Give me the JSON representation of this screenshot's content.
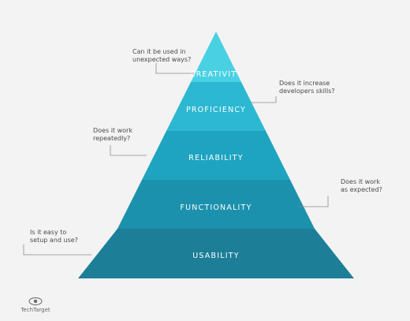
{
  "tiers": [
    {
      "label": "CREATIVITY",
      "color": "#49d1e3"
    },
    {
      "label": "PROFICIENCY",
      "color": "#2cb8d3"
    },
    {
      "label": "RELIABILITY",
      "color": "#1ea4c0"
    },
    {
      "label": "FUNCTIONALITY",
      "color": "#1c91ad"
    },
    {
      "label": "USABILITY",
      "color": "#1d7e98"
    }
  ],
  "notes": {
    "creativity": "Can it be used in\nunexpected ways?",
    "proficiency": "Does it increase\ndevelopers skills?",
    "reliability": "Does it work\nrepeatedly?",
    "functionality": "Does it work\nas expected?",
    "usability": "Is it easy to\nsetup and use?"
  },
  "brand": {
    "name": "TechTarget",
    "icon": "eye-logo-icon"
  },
  "colors": {
    "background": "#f3f3f3",
    "leader_line": "#8a8a8a",
    "note_text": "#4a4a4a"
  }
}
